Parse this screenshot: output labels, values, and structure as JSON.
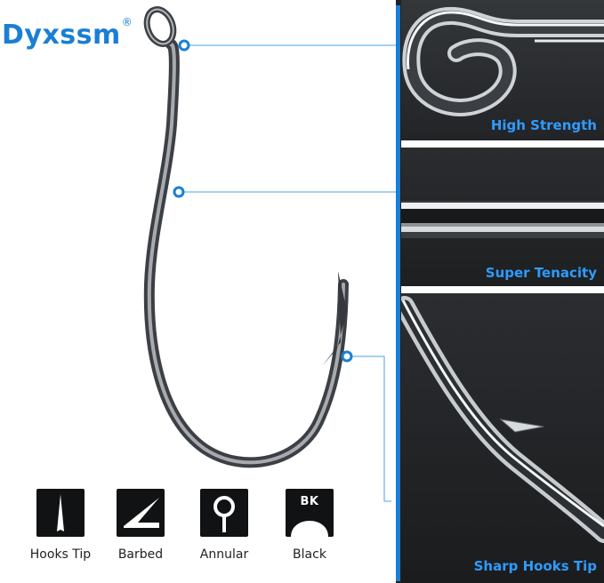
{
  "brand": {
    "name": "Dyxssm",
    "mark": "®"
  },
  "panels": [
    {
      "label": "High Strength"
    },
    {
      "label": "Super Tenacity"
    },
    {
      "label": "Sharp Hooks Tip"
    }
  ],
  "features": [
    {
      "label": "Hooks Tip",
      "icon": "hook-tip-icon"
    },
    {
      "label": "Barbed",
      "icon": "barb-icon"
    },
    {
      "label": "Annular",
      "icon": "ring-eye-icon"
    },
    {
      "label": "Black",
      "icon": "black-finish-icon",
      "badge": "BK"
    }
  ],
  "colors": {
    "accent": "#1a7fd4",
    "panel_bg": "#1f2123",
    "hook": "#2a2d30"
  }
}
